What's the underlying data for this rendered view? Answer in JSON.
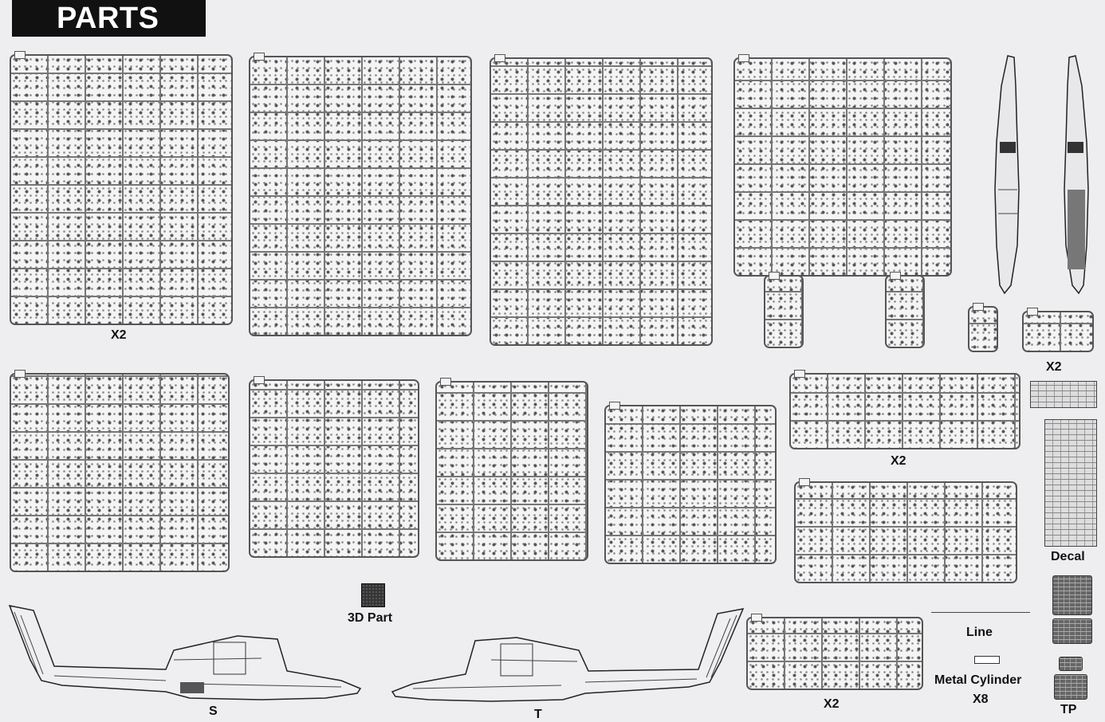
{
  "header": {
    "title": "PARTS"
  },
  "labels": {
    "a_qty": "X2",
    "k_qty": "X2",
    "h_qty": "X2",
    "r_qty": "X2",
    "three_d": "3D Part",
    "decal": "Decal",
    "line": "Line",
    "metal_cylinder": "Metal  Cylinder",
    "metal_cylinder_qty": "X8",
    "s_part": "S",
    "t_part": "T",
    "tp": "TP"
  },
  "colors": {
    "header_bg": "#111111",
    "header_text": "#ffffff",
    "page_bg": "#eeeef0"
  }
}
